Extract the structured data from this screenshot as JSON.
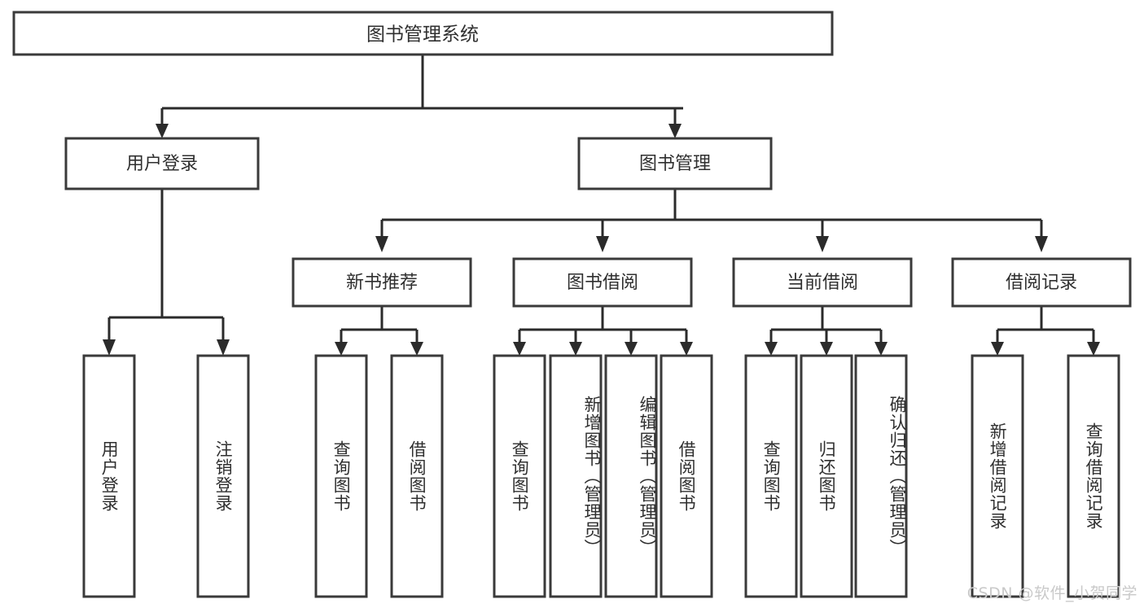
{
  "diagram": {
    "title": "图书管理系统",
    "type": "tree-hierarchy-chart",
    "root": {
      "label": "图书管理系统"
    },
    "level2": [
      {
        "label": "用户登录"
      },
      {
        "label": "图书管理"
      }
    ],
    "level3": [
      {
        "label": "新书推荐"
      },
      {
        "label": "图书借阅"
      },
      {
        "label": "当前借阅"
      },
      {
        "label": "借阅记录"
      }
    ],
    "leaves": {
      "user_login": [
        {
          "label": "用户登录"
        },
        {
          "label": "注销登录"
        }
      ],
      "new_book_recommend": [
        {
          "label": "查询图书"
        },
        {
          "label": "借阅图书"
        }
      ],
      "book_borrow": [
        {
          "label": "查询图书"
        },
        {
          "label": "新增图书（管理员）"
        },
        {
          "label": "编辑图书（管理员）"
        },
        {
          "label": "借阅图书"
        }
      ],
      "current_borrow": [
        {
          "label": "查询图书"
        },
        {
          "label": "归还图书"
        },
        {
          "label": "确认归还（管理员）"
        }
      ],
      "borrow_record": [
        {
          "label": "新增借阅记录"
        },
        {
          "label": "查询借阅记录"
        }
      ]
    },
    "watermark": "CSDN @软件_小贺同学",
    "colors": {
      "background": "#ffffff",
      "box_stroke": "#3a3a3a",
      "line": "#2b2b2b",
      "text": "#2f2f2f",
      "watermark": "#c9c9c9"
    }
  }
}
